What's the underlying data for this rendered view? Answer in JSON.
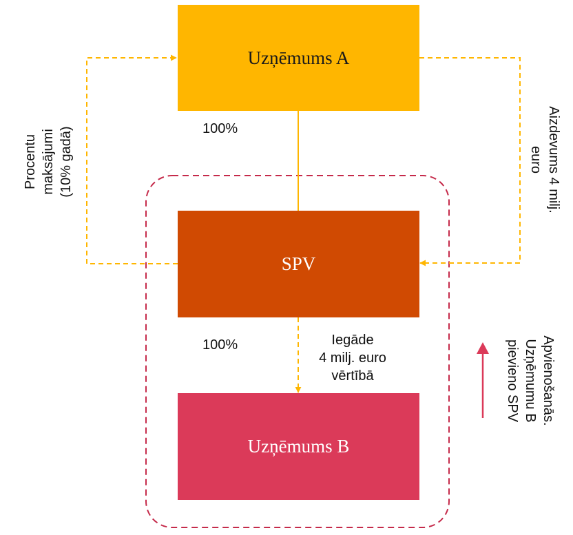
{
  "colors": {
    "company_a": "#FFB600",
    "spv": "#D04A02",
    "company_b": "#DB3A59",
    "dashed_arrow": "#FFB600",
    "boundary": "#C52A4A",
    "merge_arrow": "#DB3A59"
  },
  "boxes": {
    "company_a": "Uzņēmums A",
    "spv": "SPV",
    "company_b": "Uzņēmums B"
  },
  "labels": {
    "ownership_top": "100%",
    "ownership_bottom": "100%",
    "interest": [
      "Procentu",
      "maksājumi",
      "(10% gadā)"
    ],
    "loan": [
      "Aizdevums 4 milj.",
      "euro"
    ],
    "acquisition": [
      "Iegāde",
      "4 milj. euro",
      "vērtībā"
    ],
    "merger": [
      "Apvienošanās.",
      "Uzņēmumu B",
      "pievieno SPV"
    ]
  }
}
